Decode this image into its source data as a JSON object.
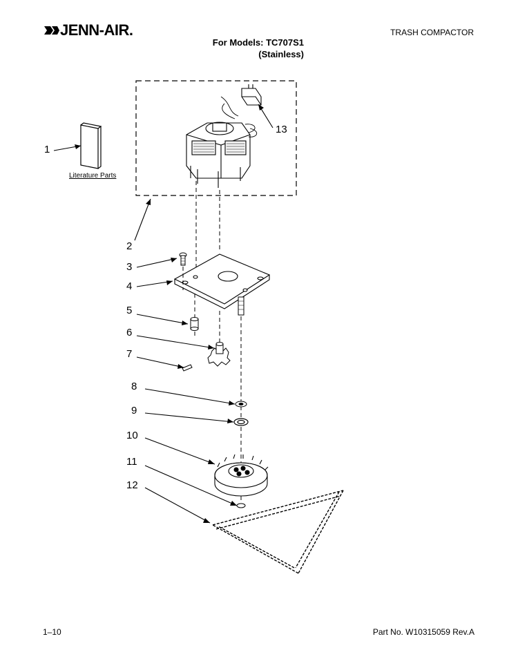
{
  "header": {
    "brand": "JENN-AIR.",
    "category": "TRASH COMPACTOR",
    "models_line": "For Models: TC707S1",
    "variant_line": "(Stainless)"
  },
  "diagram": {
    "literature_label": "Literature Parts",
    "callouts": [
      "1",
      "2",
      "3",
      "4",
      "5",
      "6",
      "7",
      "8",
      "9",
      "10",
      "11",
      "12",
      "13"
    ]
  },
  "footer": {
    "page": "1–10",
    "part_number": "Part No. W10315059 Rev.A"
  },
  "colors": {
    "line": "#000000",
    "background": "#ffffff"
  }
}
